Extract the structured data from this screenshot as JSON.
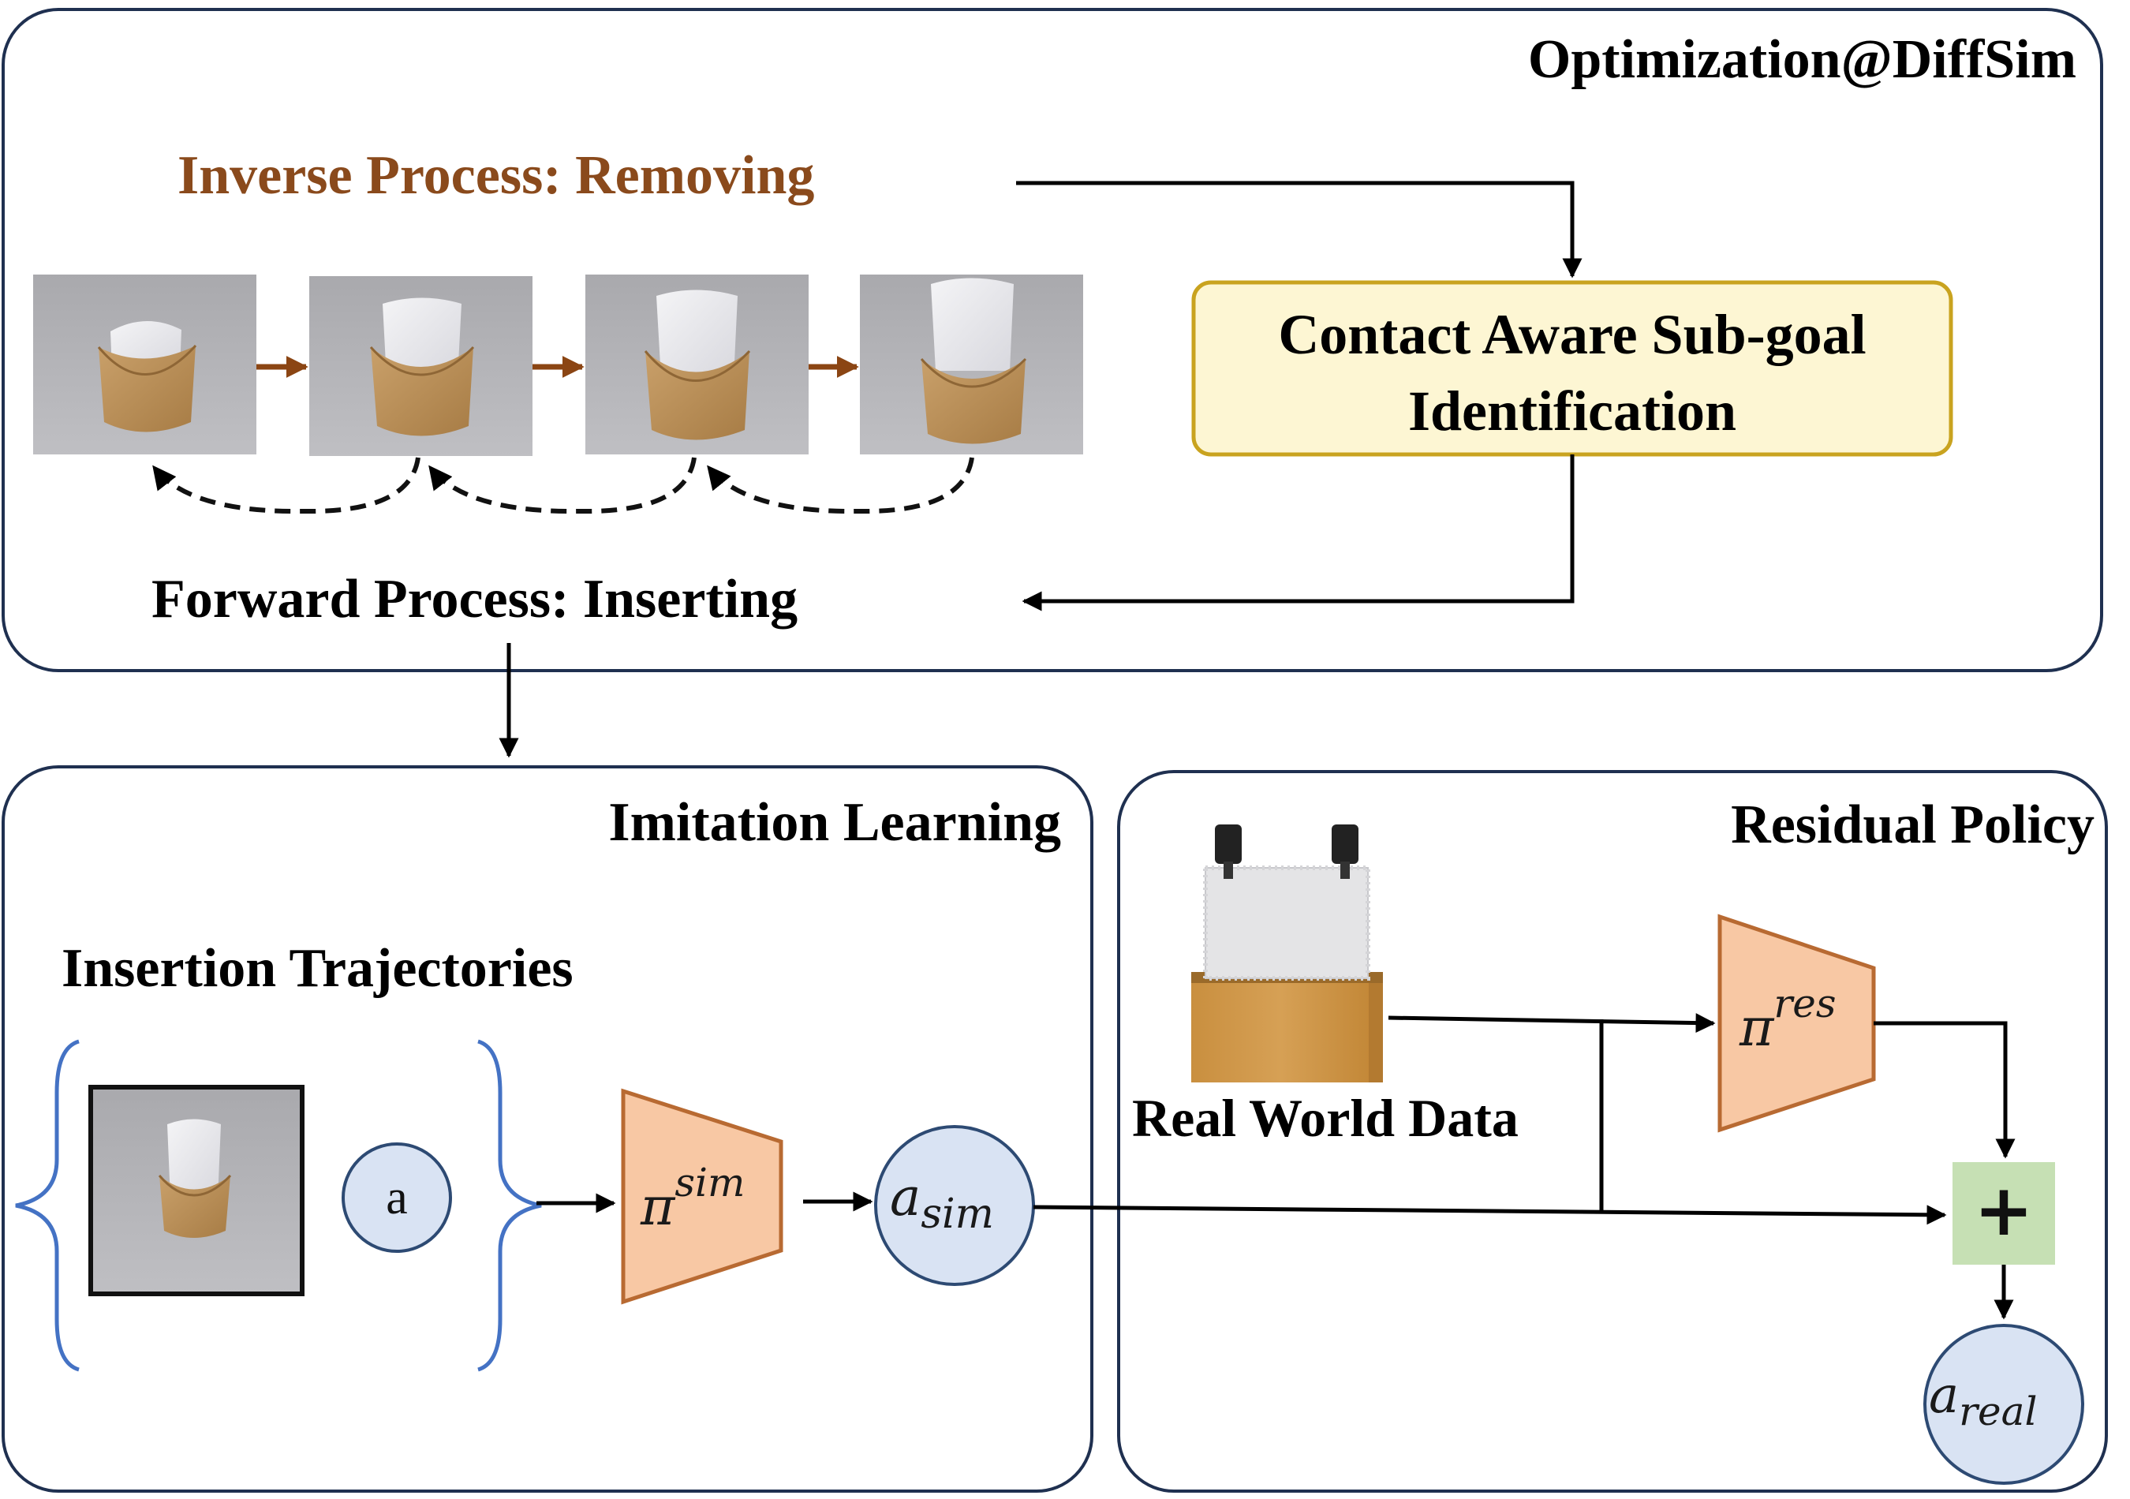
{
  "top_panel": {
    "title": "Optimization@DiffSim",
    "inverse_label": "Inverse Process: Removing",
    "forward_label": "Forward Process: Inserting",
    "subgoal_line1": "Contact Aware Sub-goal",
    "subgoal_line2": "Identification"
  },
  "imitation_panel": {
    "title": "Imitation Learning",
    "trajectories_label": "Insertion Trajectories",
    "action_token": "a",
    "policy_symbol": "π",
    "policy_superscript": "sim",
    "output_symbol": "a",
    "output_subscript": "sim"
  },
  "residual_panel": {
    "title": "Residual Policy",
    "real_data_label": "Real World Data",
    "policy_symbol": "π",
    "policy_superscript": "res",
    "sum_symbol": "+",
    "output_symbol": "a",
    "output_subscript": "real"
  },
  "colors": {
    "panel_border": "#1f3050",
    "inverse_text": "#8a4a1c",
    "inverse_arrow": "#8b4513",
    "subgoal_fill": "#fdf6d3",
    "subgoal_border": "#c9a31f",
    "policy_fill": "#f8c8a4",
    "policy_border": "#b86a32",
    "node_fill": "#d9e3f3",
    "node_border": "#2d4a73",
    "sum_fill": "#c6e0b4",
    "brace": "#4472c4"
  }
}
